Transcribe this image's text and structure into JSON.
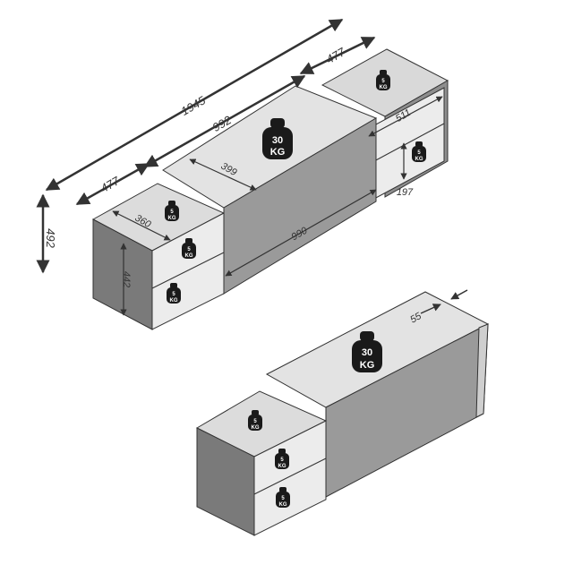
{
  "dimensions": {
    "total_width": "1945",
    "center_width": "992",
    "side_width_left": "477",
    "side_width_right": "477",
    "height": "492",
    "side_depth_right": "511",
    "side_depth_left": "360",
    "top_depth": "399",
    "center_front": "990",
    "side_height": "442",
    "shelf_height": "197",
    "overlap": "55"
  },
  "weights": {
    "small": {
      "value": "5",
      "unit": "KG"
    },
    "large": {
      "value": "30",
      "unit": "KG"
    }
  },
  "colors": {
    "panel_dark": "#7a7a7a",
    "panel_mid": "#8e8e8e",
    "panel_light": "#e3e3e3",
    "line": "#333333",
    "weight": "#1a1a1a"
  }
}
